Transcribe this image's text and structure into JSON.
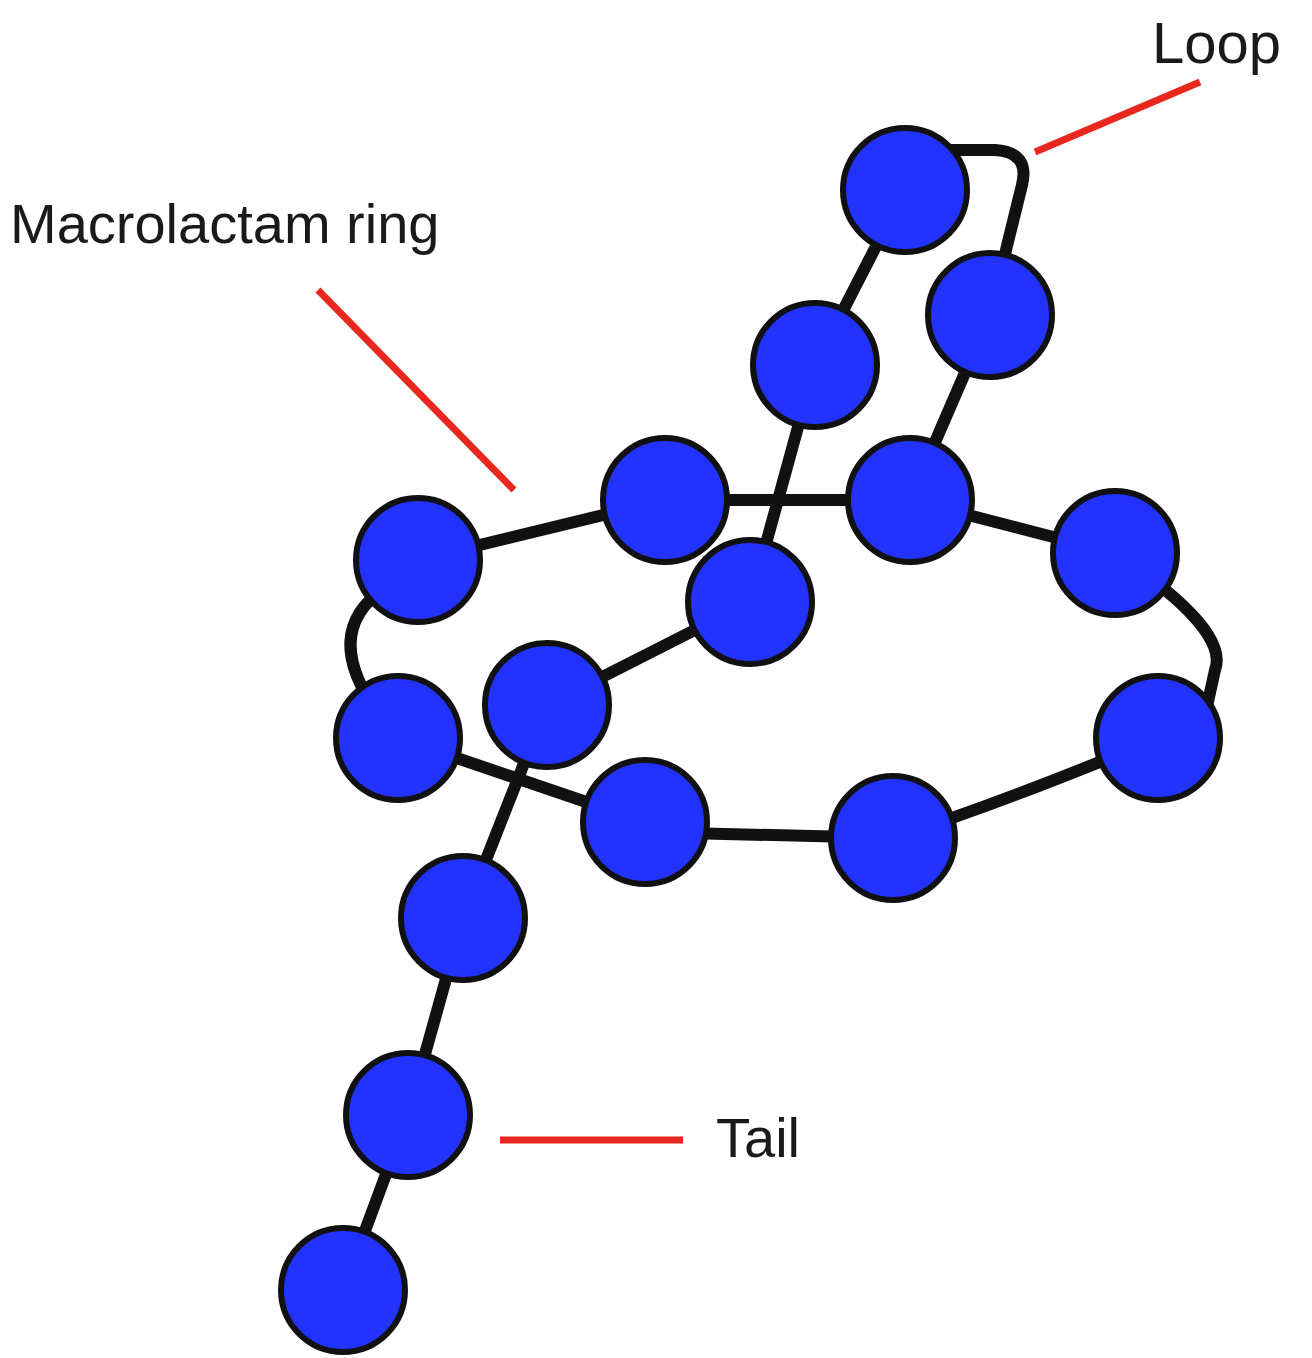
{
  "diagram": {
    "labels": [
      "Loop",
      "Macrolactam ring",
      "Tail"
    ]
  }
}
